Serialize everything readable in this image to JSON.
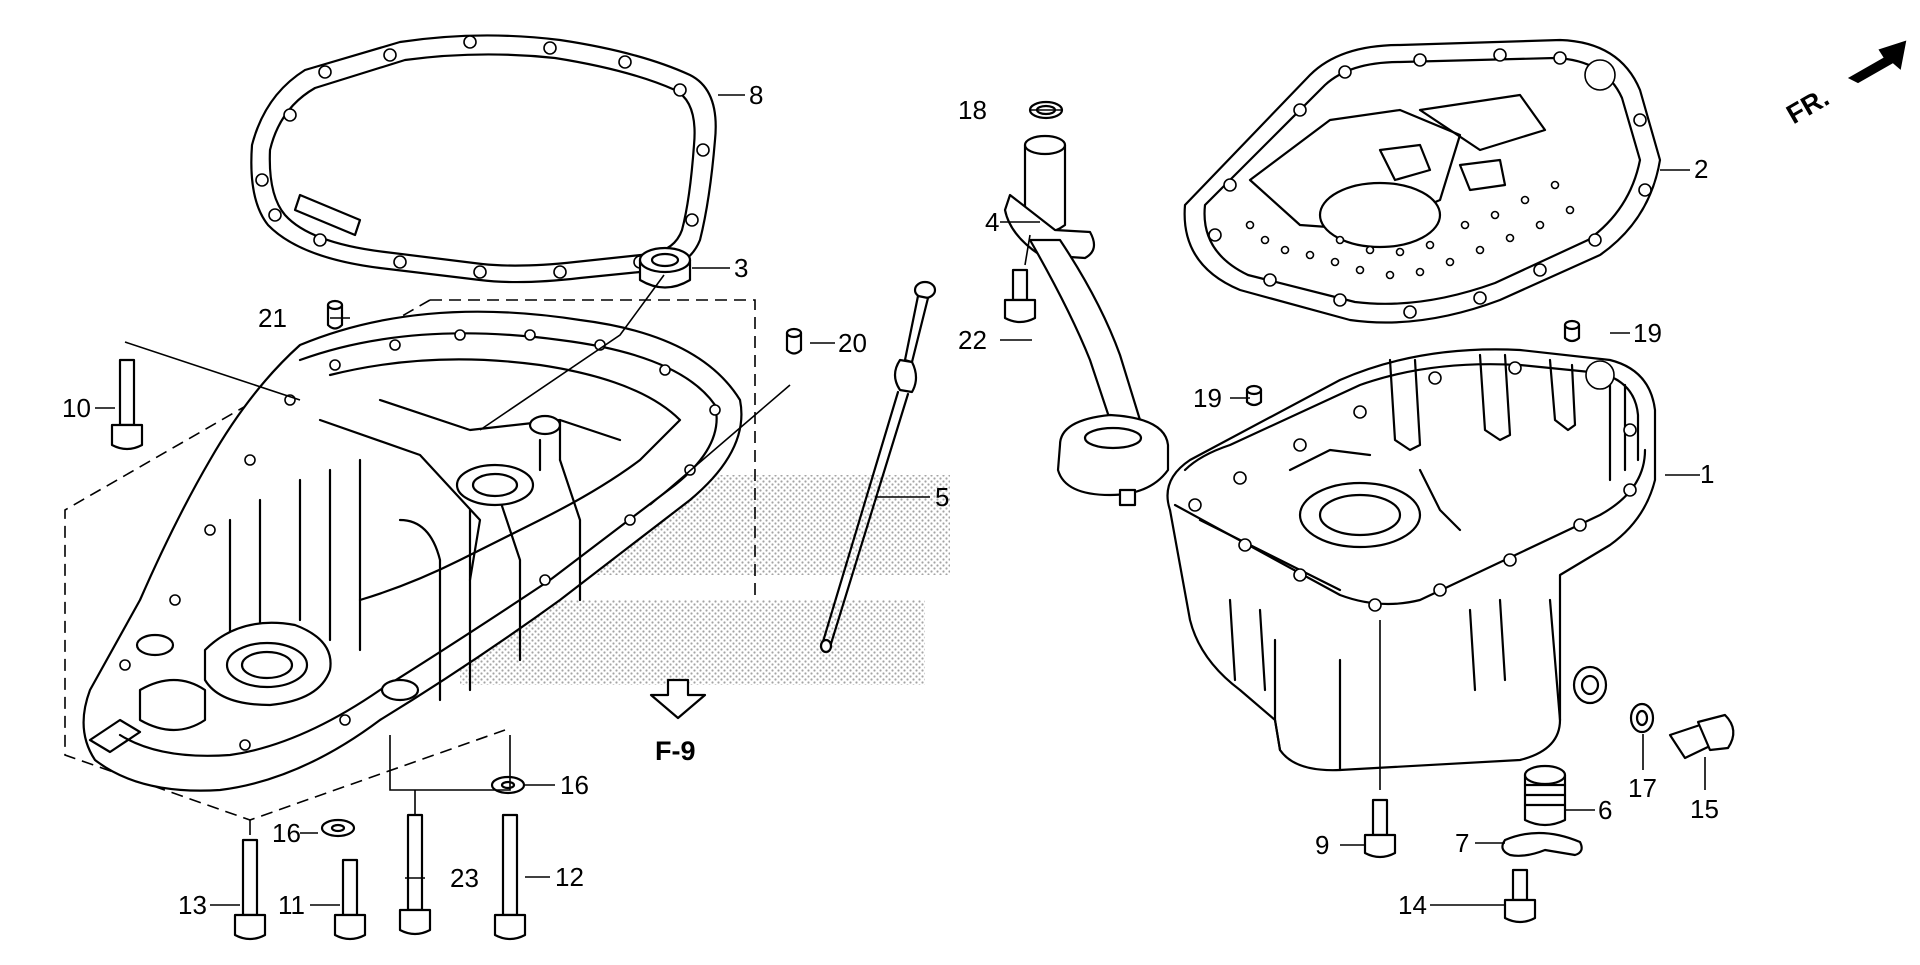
{
  "diagram": {
    "direction_label": "FR.",
    "reference_label": "F-9",
    "callouts": [
      {
        "id": "c1",
        "label": "1"
      },
      {
        "id": "c2",
        "label": "2"
      },
      {
        "id": "c3",
        "label": "3"
      },
      {
        "id": "c4",
        "label": "4"
      },
      {
        "id": "c5",
        "label": "5"
      },
      {
        "id": "c6",
        "label": "6"
      },
      {
        "id": "c7",
        "label": "7"
      },
      {
        "id": "c8",
        "label": "8"
      },
      {
        "id": "c9",
        "label": "9"
      },
      {
        "id": "c10",
        "label": "10"
      },
      {
        "id": "c11",
        "label": "11"
      },
      {
        "id": "c12",
        "label": "12"
      },
      {
        "id": "c13",
        "label": "13"
      },
      {
        "id": "c14",
        "label": "14"
      },
      {
        "id": "c15",
        "label": "15"
      },
      {
        "id": "c16a",
        "label": "16"
      },
      {
        "id": "c16b",
        "label": "16"
      },
      {
        "id": "c17",
        "label": "17"
      },
      {
        "id": "c18",
        "label": "18"
      },
      {
        "id": "c19a",
        "label": "19"
      },
      {
        "id": "c19b",
        "label": "19"
      },
      {
        "id": "c20",
        "label": "20"
      },
      {
        "id": "c21",
        "label": "21"
      },
      {
        "id": "c22",
        "label": "22"
      },
      {
        "id": "c23",
        "label": "23"
      }
    ]
  }
}
